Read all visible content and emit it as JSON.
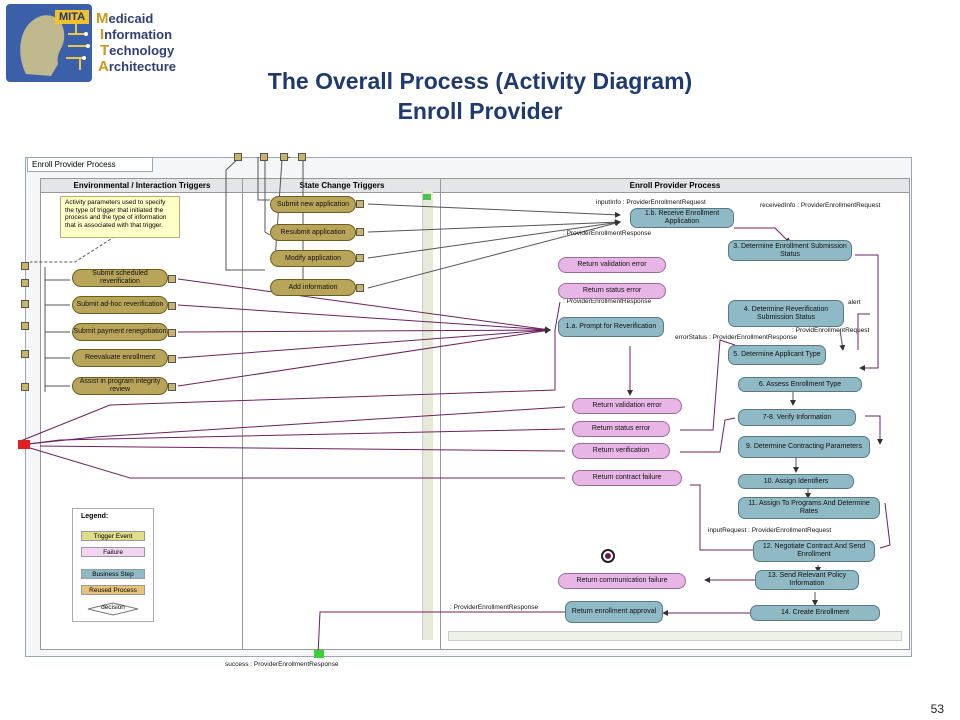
{
  "logo": {
    "tag": "MITA",
    "words": [
      {
        "first": "M",
        "rest": "edicaid"
      },
      {
        "first": "I",
        "rest": "nformation"
      },
      {
        "first": "T",
        "rest": "echnology"
      },
      {
        "first": "A",
        "rest": "rchitecture"
      }
    ]
  },
  "title": {
    "line1": "The Overall Process (Activity Diagram)",
    "line2": "Enroll Provider"
  },
  "frame_title": "Enroll Provider Process",
  "lanes": [
    "Environmental / Interaction Triggers",
    "State Change Triggers",
    "Enroll Provider Process"
  ],
  "note": "Activity parameters used to specify the type of trigger that initiated the process and the type of information that is associated with that trigger.",
  "env_triggers": [
    "Submit scheduled reverification",
    "Submit ad-hoc reverification",
    "Submit payment renegotiation",
    "Reevaluate enrollment",
    "Assist in program integrity review"
  ],
  "state_triggers": [
    "Submit new application",
    "Resubmit application",
    "Modify application",
    "Add information"
  ],
  "steps": {
    "s1b": "1.b. Receive Enrollment Application",
    "s3": "3. Determine Enrollment Submission Status",
    "s4": "4. Determine Reverification Submission Status",
    "s1a": "1.a. Prompt for Reverification",
    "s5": "5. Determine Applicant Type",
    "s6": "6. Assess Enrollment Type",
    "s78": "7-8. Verify Information",
    "s9": "9. Determine Contracting Parameters",
    "s10": "10. Assign Identifiers",
    "s11": "11. Assign To Programs And Determine Rates",
    "s12": "12. Negotiate Contract And Send Enrollment",
    "s13": "13. Send Relevant Policy Information",
    "s14": "14. Create Enrollment",
    "approval": "Return enrollment approval"
  },
  "failures": {
    "f1": "Return validation error",
    "f2": "Return status error",
    "f3": "Return validation error",
    "f4": "Return status error",
    "f5": "Return verification",
    "f6": "Return contract failure",
    "f7": "Return communication failure"
  },
  "labels": {
    "input_info": "inputInfo : ProviderEnrollmentRequest",
    "received_info": "receivedInfo : ProviderEnrollmentRequest",
    "per1": ": ProviderEnrollmentResponse",
    "per2": ": ProviderEnrollmentResponse",
    "alert": "alert",
    "provid": ": ProvidEnrollmentRequest",
    "error_status": "errorStatus : ProviderEnrollmentResponse",
    "input_request": "inputRequest : ProviderEnrollmentRequest",
    "per3": ": ProviderEnrollmentResponse",
    "success": "success : ProviderEnrollmentResponse"
  },
  "legend": {
    "title": "Legend:",
    "items": [
      "Trigger Event",
      "Failure",
      "Business Step",
      "Reused Process",
      "decision"
    ]
  },
  "page_number": "53",
  "colors": {
    "title": "#1f3a6e",
    "trigger": "#b9a55a",
    "step": "#8fb9c4",
    "failure": "#e8b6e6",
    "flow": "#6b2060"
  }
}
